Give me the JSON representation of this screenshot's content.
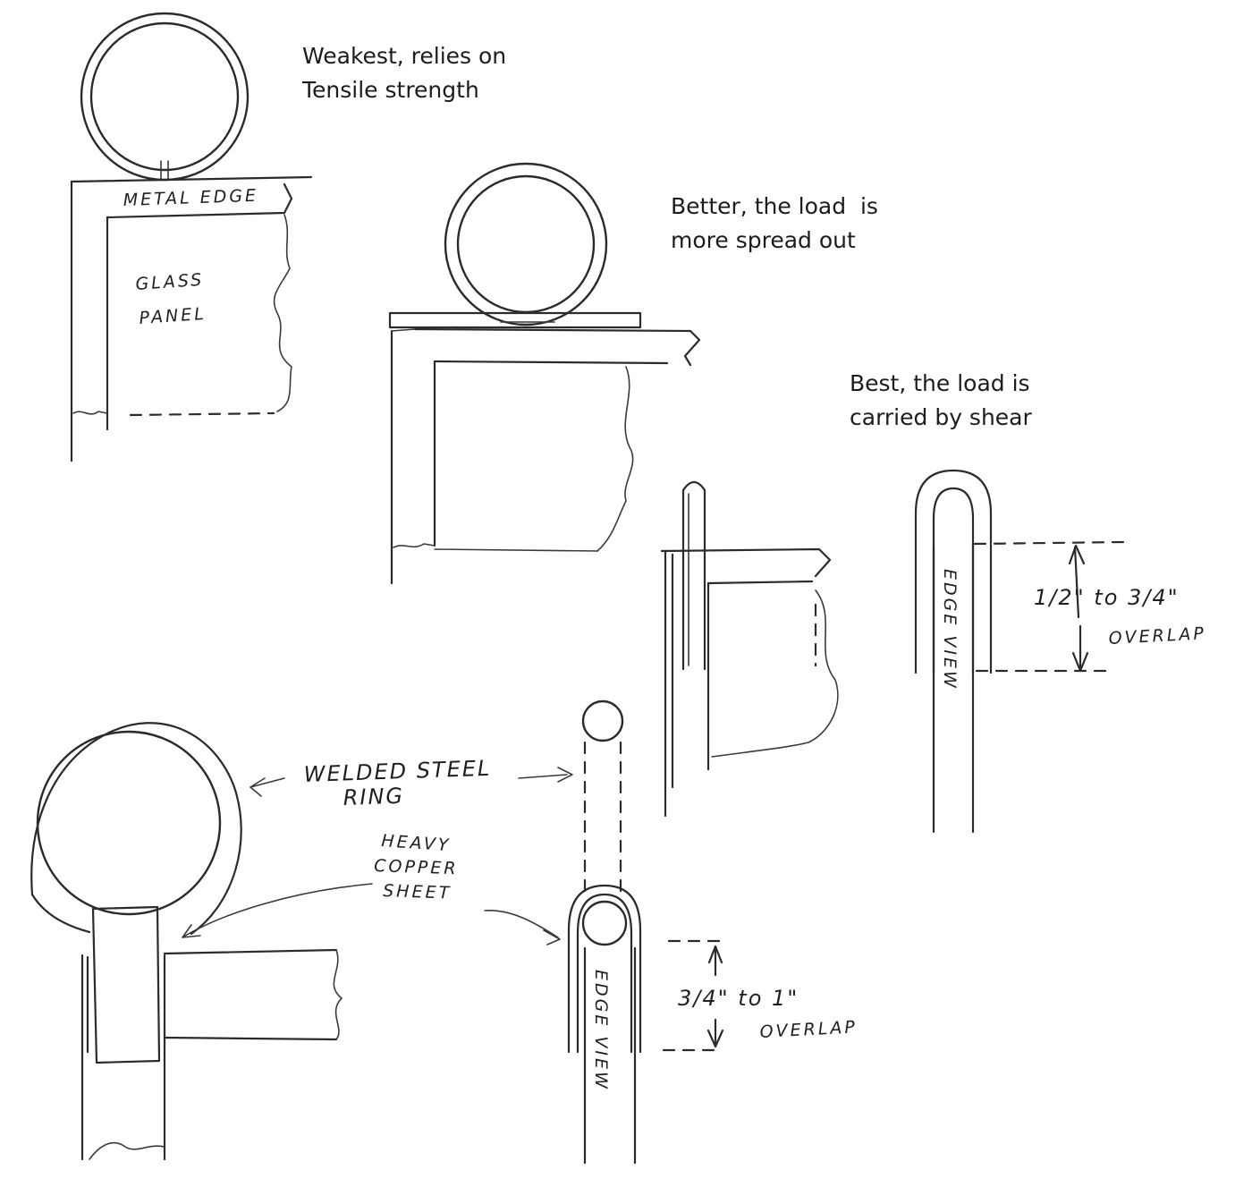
{
  "captions": {
    "weakest_line1": "Weakest, relies on",
    "weakest_line2": "Tensile strength",
    "better_line1": "Better, the load  is",
    "better_line2": "more spread out",
    "best_line1": "Best, the load is",
    "best_line2": "carried by shear"
  },
  "labels": {
    "metal_edge": "METAL EDGE",
    "glass": "GLASS",
    "panel": "PANEL",
    "edge_view_a": "EDGE VIEW",
    "edge_view_b": "EDGE VIEW",
    "overlap_a_size": "1/2\" to 3/4\"",
    "overlap_a_word": "OVERLAP",
    "welded_steel": "WELDED STEEL",
    "ring": "RING",
    "heavy": "HEAVY",
    "copper": "COPPER",
    "sheet": "SHEET",
    "overlap_b_size": "3/4\" to 1\"",
    "overlap_b_word": "OVERLAP"
  }
}
